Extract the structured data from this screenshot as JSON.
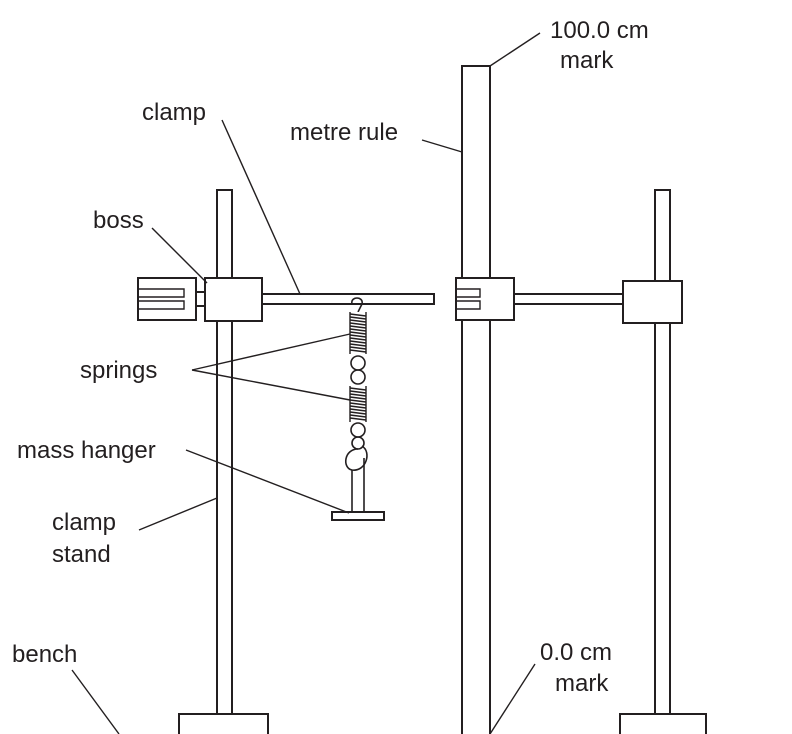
{
  "labels": {
    "clamp": "clamp",
    "metre_rule": "metre rule",
    "mark_100_line1": "100.0 cm",
    "mark_100_line2": "mark",
    "boss": "boss",
    "springs": "springs",
    "mass_hanger": "mass hanger",
    "clamp_stand_line1": "clamp",
    "clamp_stand_line2": "stand",
    "bench": "bench",
    "mark_0_line1": "0.0 cm",
    "mark_0_line2": "mark"
  },
  "colors": {
    "ink": "#231f20",
    "background": "#ffffff"
  }
}
